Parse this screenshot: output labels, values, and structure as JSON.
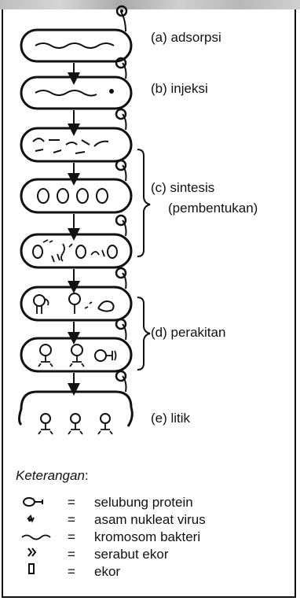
{
  "stages": [
    {
      "label": "(a) adsorpsi"
    },
    {
      "label": "(b) injeksi"
    },
    {
      "label": "(c) sintesis",
      "label2": "(pembentukan)"
    },
    {
      "label": "(d) perakitan"
    },
    {
      "label": "(e) litik"
    }
  ],
  "legend": {
    "title": "Keterangan",
    "title_suffix": ":",
    "items": [
      {
        "symbol": "protein-coat-icon",
        "eq": "=",
        "text": "selubung protein"
      },
      {
        "symbol": "viral-nucleic-acid-icon",
        "eq": "=",
        "text": "asam nukleat virus"
      },
      {
        "symbol": "bacterial-chromosome-icon",
        "eq": "=",
        "text": "kromosom bakteri"
      },
      {
        "symbol": "tail-fiber-icon",
        "eq": "=",
        "text": "serabut ekor"
      },
      {
        "symbol": "tail-icon",
        "eq": "=",
        "text": "ekor"
      }
    ]
  }
}
